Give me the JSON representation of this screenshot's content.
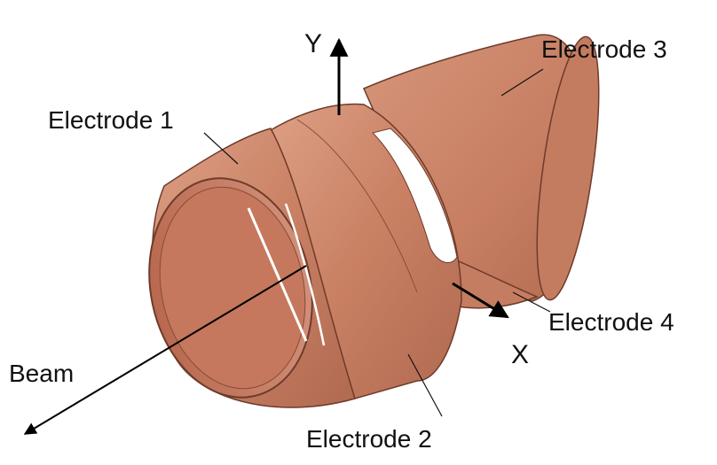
{
  "labels": {
    "electrode_1": "Electrode 1",
    "electrode_2": "Electrode 2",
    "electrode_3": "Electrode 3",
    "electrode_4": "Electrode 4",
    "beam": "Beam",
    "axis_x": "X",
    "axis_y": "Y"
  },
  "colors": {
    "copper": "#c97f62",
    "copper_light": "#d9997c",
    "copper_dark": "#a8624a",
    "inner_shadow": "#b87056",
    "edge": "#6e3b2a",
    "background": "#ffffff",
    "ink": "#111111"
  }
}
